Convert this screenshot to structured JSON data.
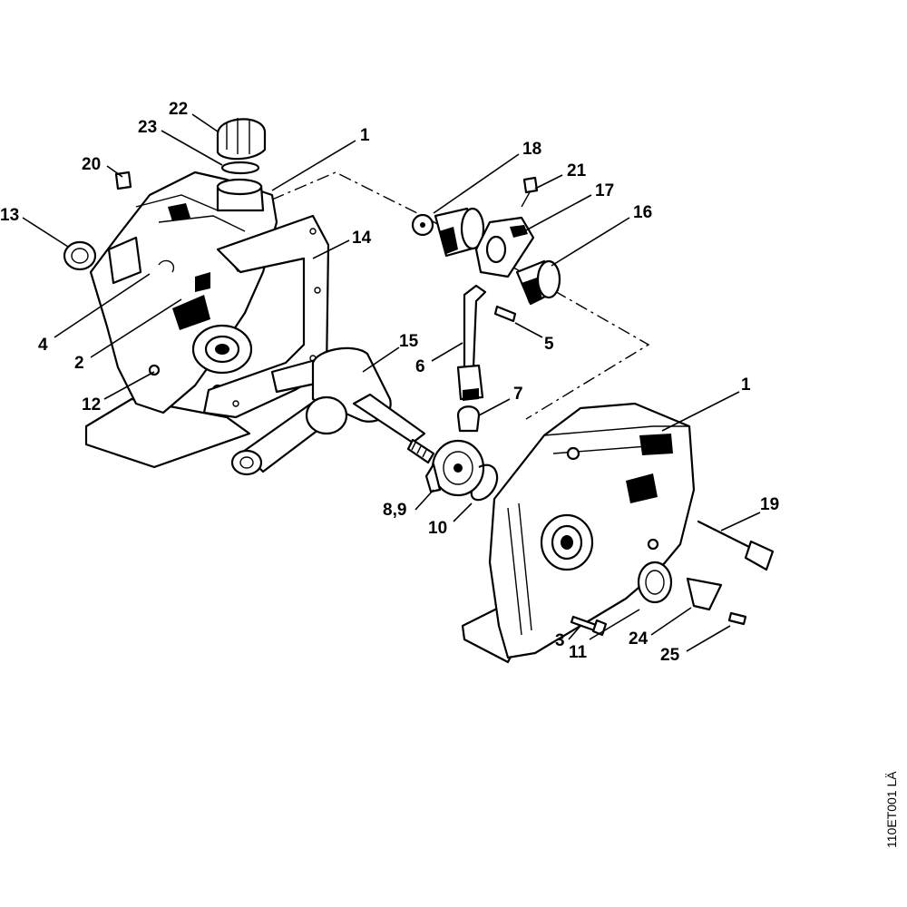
{
  "drawing_code": "110ET001 LÄ",
  "callouts": [
    {
      "id": "c22",
      "text": "22"
    },
    {
      "id": "c23",
      "text": "23"
    },
    {
      "id": "c1a",
      "text": "1"
    },
    {
      "id": "c20",
      "text": "20"
    },
    {
      "id": "c13",
      "text": "13"
    },
    {
      "id": "c14",
      "text": "14"
    },
    {
      "id": "c4",
      "text": "4"
    },
    {
      "id": "c2",
      "text": "2"
    },
    {
      "id": "c12",
      "text": "12"
    },
    {
      "id": "c18",
      "text": "18"
    },
    {
      "id": "c21",
      "text": "21"
    },
    {
      "id": "c17",
      "text": "17"
    },
    {
      "id": "c16",
      "text": "16"
    },
    {
      "id": "c5",
      "text": "5"
    },
    {
      "id": "c6",
      "text": "6"
    },
    {
      "id": "c15",
      "text": "15"
    },
    {
      "id": "c7",
      "text": "7"
    },
    {
      "id": "c1b",
      "text": "1"
    },
    {
      "id": "c89",
      "text": "8,9"
    },
    {
      "id": "c10",
      "text": "10"
    },
    {
      "id": "c19",
      "text": "19"
    },
    {
      "id": "c3",
      "text": "3"
    },
    {
      "id": "c11",
      "text": "11"
    },
    {
      "id": "c24",
      "text": "24"
    },
    {
      "id": "c25",
      "text": "25"
    }
  ]
}
